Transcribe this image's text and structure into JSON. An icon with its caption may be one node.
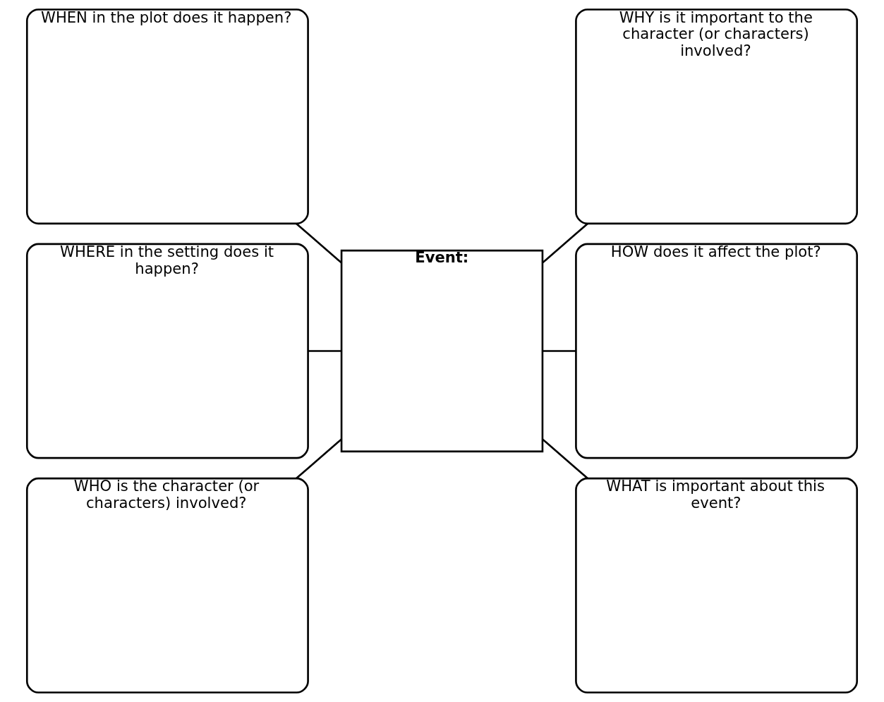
{
  "diagram": {
    "nodes": [
      {
        "text": [
          "WHEN in the plot does it happen?"
        ]
      },
      {
        "text": [
          "WHY is it important to the character (or characters) involved?"
        ]
      },
      {
        "text": [
          "WHERE in the setting does it happen?"
        ]
      },
      {
        "text": [
          "Event:"
        ]
      },
      {
        "text": [
          "HOW does it affect the plot?"
        ]
      },
      {
        "text": [
          "WHO is the character (or characters) involved?"
        ]
      },
      {
        "text": [
          "WHAT is important about this event?"
        ]
      }
    ],
    "edges": [
      {
        "from": 0,
        "to": 3,
        "arrow": "none"
      },
      {
        "from": 2,
        "to": 3,
        "arrow": "none"
      },
      {
        "from": 5,
        "to": 3,
        "arrow": "none"
      },
      {
        "from": 3,
        "to": 1,
        "arrow": "none"
      },
      {
        "from": 3,
        "to": 4,
        "arrow": "none"
      },
      {
        "from": 3,
        "to": 6,
        "arrow": "none"
      }
    ]
  }
}
